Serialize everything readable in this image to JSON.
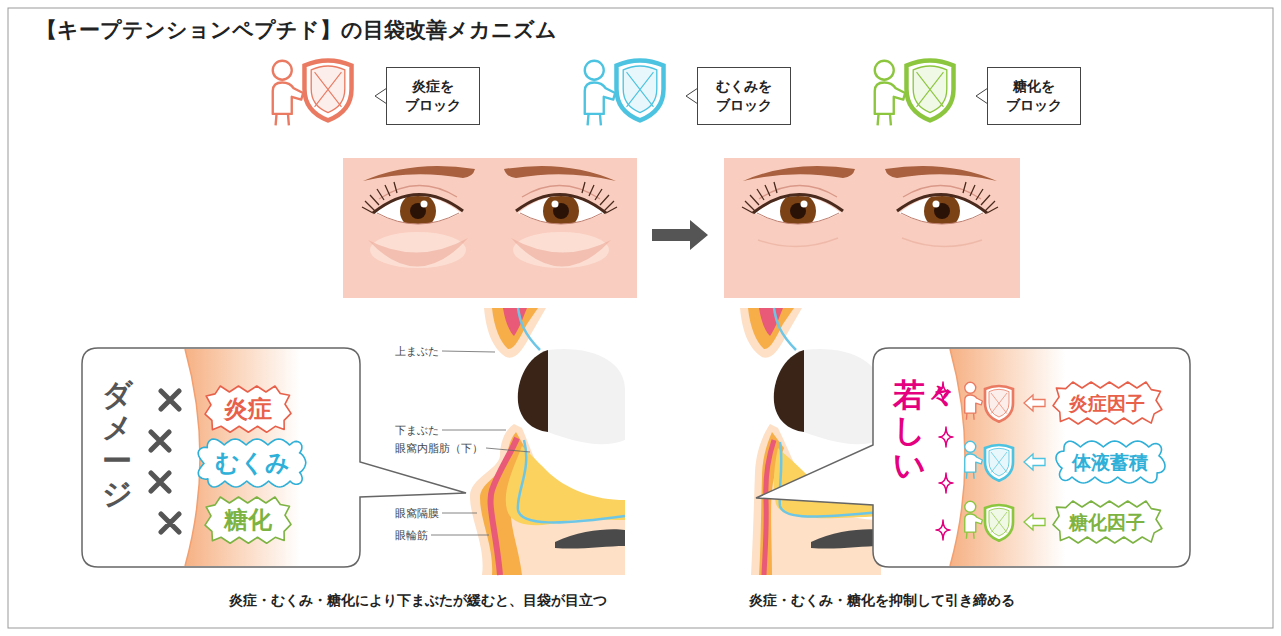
{
  "diagram": {
    "title": "【キープテンションペプチド】の目袋改善メカニズム",
    "nodes": [
      {
        "text": [
          "炎症を ブロック"
        ]
      },
      {
        "text": [
          "むくみを ブロック"
        ]
      },
      {
        "text": [
          "糖化を ブロック"
        ]
      },
      {
        "text": [
          "ダメージ"
        ]
      },
      {
        "text": [
          "炎症"
        ],
        "in": 3
      },
      {
        "text": [
          "むくみ"
        ],
        "in": 3
      },
      {
        "text": [
          "糖化"
        ],
        "in": 3
      },
      {
        "text": [
          "若々しい"
        ]
      },
      {
        "text": [
          "炎症因子"
        ],
        "in": 7
      },
      {
        "text": [
          "体液蓄積"
        ],
        "in": 7
      },
      {
        "text": [
          "糖化因子"
        ],
        "in": 7
      }
    ],
    "labels": [
      "上まぶた",
      "下まぶた",
      "眼窩内脂肪（下）",
      "眼窩隔膜",
      "眼輪筋",
      "炎症・むくみ・糖化により下まぶたが緩むと、目袋が目立つ",
      "炎症・むくみ・糖化を抑制して引き締める"
    ]
  }
}
